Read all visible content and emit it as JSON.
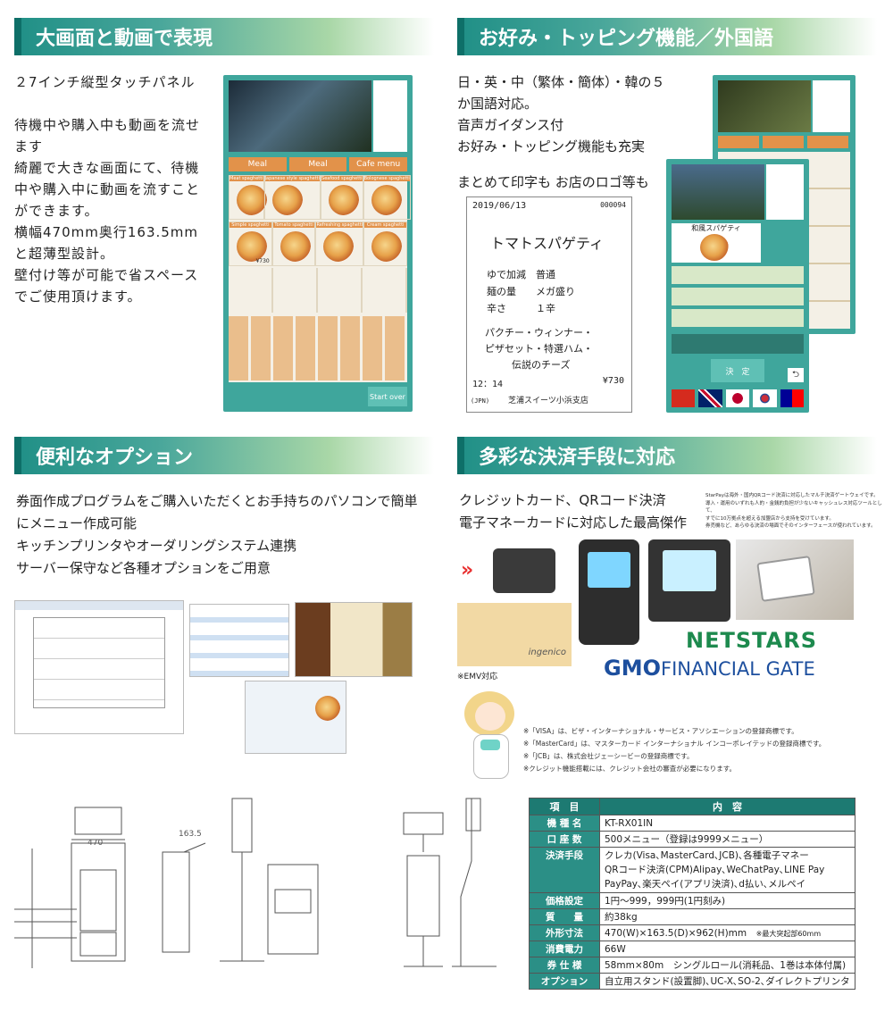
{
  "sections": {
    "s1": {
      "title": "大画面と動画で表現",
      "body": "２7インチ縦型タッチパネル\n\n待機中や購入中も動画を流せます\n綺麗で大きな画面にて、待機中や購入中に動画を流すことができます。\n横幅470mm奥行163.5mmと超薄型設計。\n壁付け等が可能で省スペースでご使用頂けます。"
    },
    "s2": {
      "title": "お好み・トッピング機能／外国語",
      "body": "日・英・中（繁体・簡体）・韓の５か国語対応。\n音声ガイダンス付\nお好み・トッピング機能も充実",
      "body2": "まとめて印字も お店のロゴ等も"
    },
    "s3": {
      "title": "便利なオプション",
      "body": "券面作成プログラムをご購入いただくとお手持ちのパソコンで簡単にメニュー作成可能\nキッチンプリンタやオーダリングシステム連携\nサーバー保守など各種オプションをご用意"
    },
    "s4": {
      "title": "多彩な決済手段に対応",
      "body": "クレジットカード、QRコード決済\n電子マネーカードに対応した最高傑作",
      "small": "StarPayは海外・国内QRコード決済に対応したマルチ決済ゲートウェイです。\n導入・運用のいずれも人的・金銭的負担が少ないキャッシュレス対応ツールとして、\nすでに10万拠点を超える加盟店から支持を受けています。\n券売機など、あらゆる決済の場面でそのインターフェースが使われています。"
    }
  },
  "kiosk": {
    "tabs": [
      "Meal",
      "Meal",
      "Cafe menu"
    ],
    "items": [
      "Meat spaghetti",
      "Japanese style spaghetti",
      "Seafood spaghetti",
      "Bolognese spaghetti",
      "Simple spaghetti",
      "Tomato spaghetti",
      "Refreshing spaghetti",
      "Cream spaghetti"
    ],
    "price": "¥730",
    "start_over": "Start over"
  },
  "kiosk2": {
    "item": "和風スパゲティ",
    "decide": "決　定"
  },
  "receipt": {
    "date": "2019/06/13",
    "number": "000094",
    "item": "トマトスパゲティ",
    "lines": [
      "ゆで加減　普通",
      "麺の量　　メガ盛り",
      "辛さ　　　１辛"
    ],
    "toppings": [
      "パクチー・ウィンナー・",
      "ピザセット・特選ハム・",
      "伝説のチーズ"
    ],
    "time": "12：14",
    "price": "¥730",
    "lang": "(JPN)",
    "shop": "芝浦スイーツ小浜支店"
  },
  "logos": {
    "netstars": "NETSTARS",
    "gmo": "GMO",
    "gmo_rest": "FINANCIAL GATE",
    "ingenico": "ingenico"
  },
  "emv_note": "※EMV対応",
  "trademarks": "※「VISA」は、ビザ・インターナショナル・サービス・アソシエーションの登録商標です。\n※「MasterCard」は、マスターカード インターナショナル インコーポレイテッドの登録商標です。\n※「JCB」は、株式会社ジェーシービーの登録商標です。\n※クレジット機能搭載には、クレジット会社の審査が必要になります。",
  "spec": {
    "header": [
      "項　目",
      "内　容"
    ],
    "rows": [
      {
        "k": "機 種 名",
        "v": "KT-RX01IN"
      },
      {
        "k": "口 座 数",
        "v": "500メニュー（登録は9999メニュー）"
      },
      {
        "k": "決済手段",
        "v": "クレカ(Visa､MasterCard､JCB)､各種電子マネー\nQRコード決済(CPM)Alipay､WeChatPay､LINE Pay\nPayPay､楽天ペイ(アプリ決済)､d払い､メルペイ"
      },
      {
        "k": "価格設定",
        "v": "1円～999，999円(1円刻み)"
      },
      {
        "k": "質　　量",
        "v": "約38kg"
      },
      {
        "k": "外形寸法",
        "v": "470(W)×163.5(D)×962(H)mm",
        "sub": "※最大突起部60mm"
      },
      {
        "k": "消費電力",
        "v": "66W"
      },
      {
        "k": "券 仕 様",
        "v": "58mm×80m　シングルロール(消耗品、1巻は本体付属)"
      },
      {
        "k": "オプション",
        "v": "自立用スタンド(設置脚)､UC-X､SO-2､ダイレクトプリンタ"
      }
    ]
  },
  "colors": {
    "teal": "#2b8f86",
    "orange": "#e2924a"
  }
}
